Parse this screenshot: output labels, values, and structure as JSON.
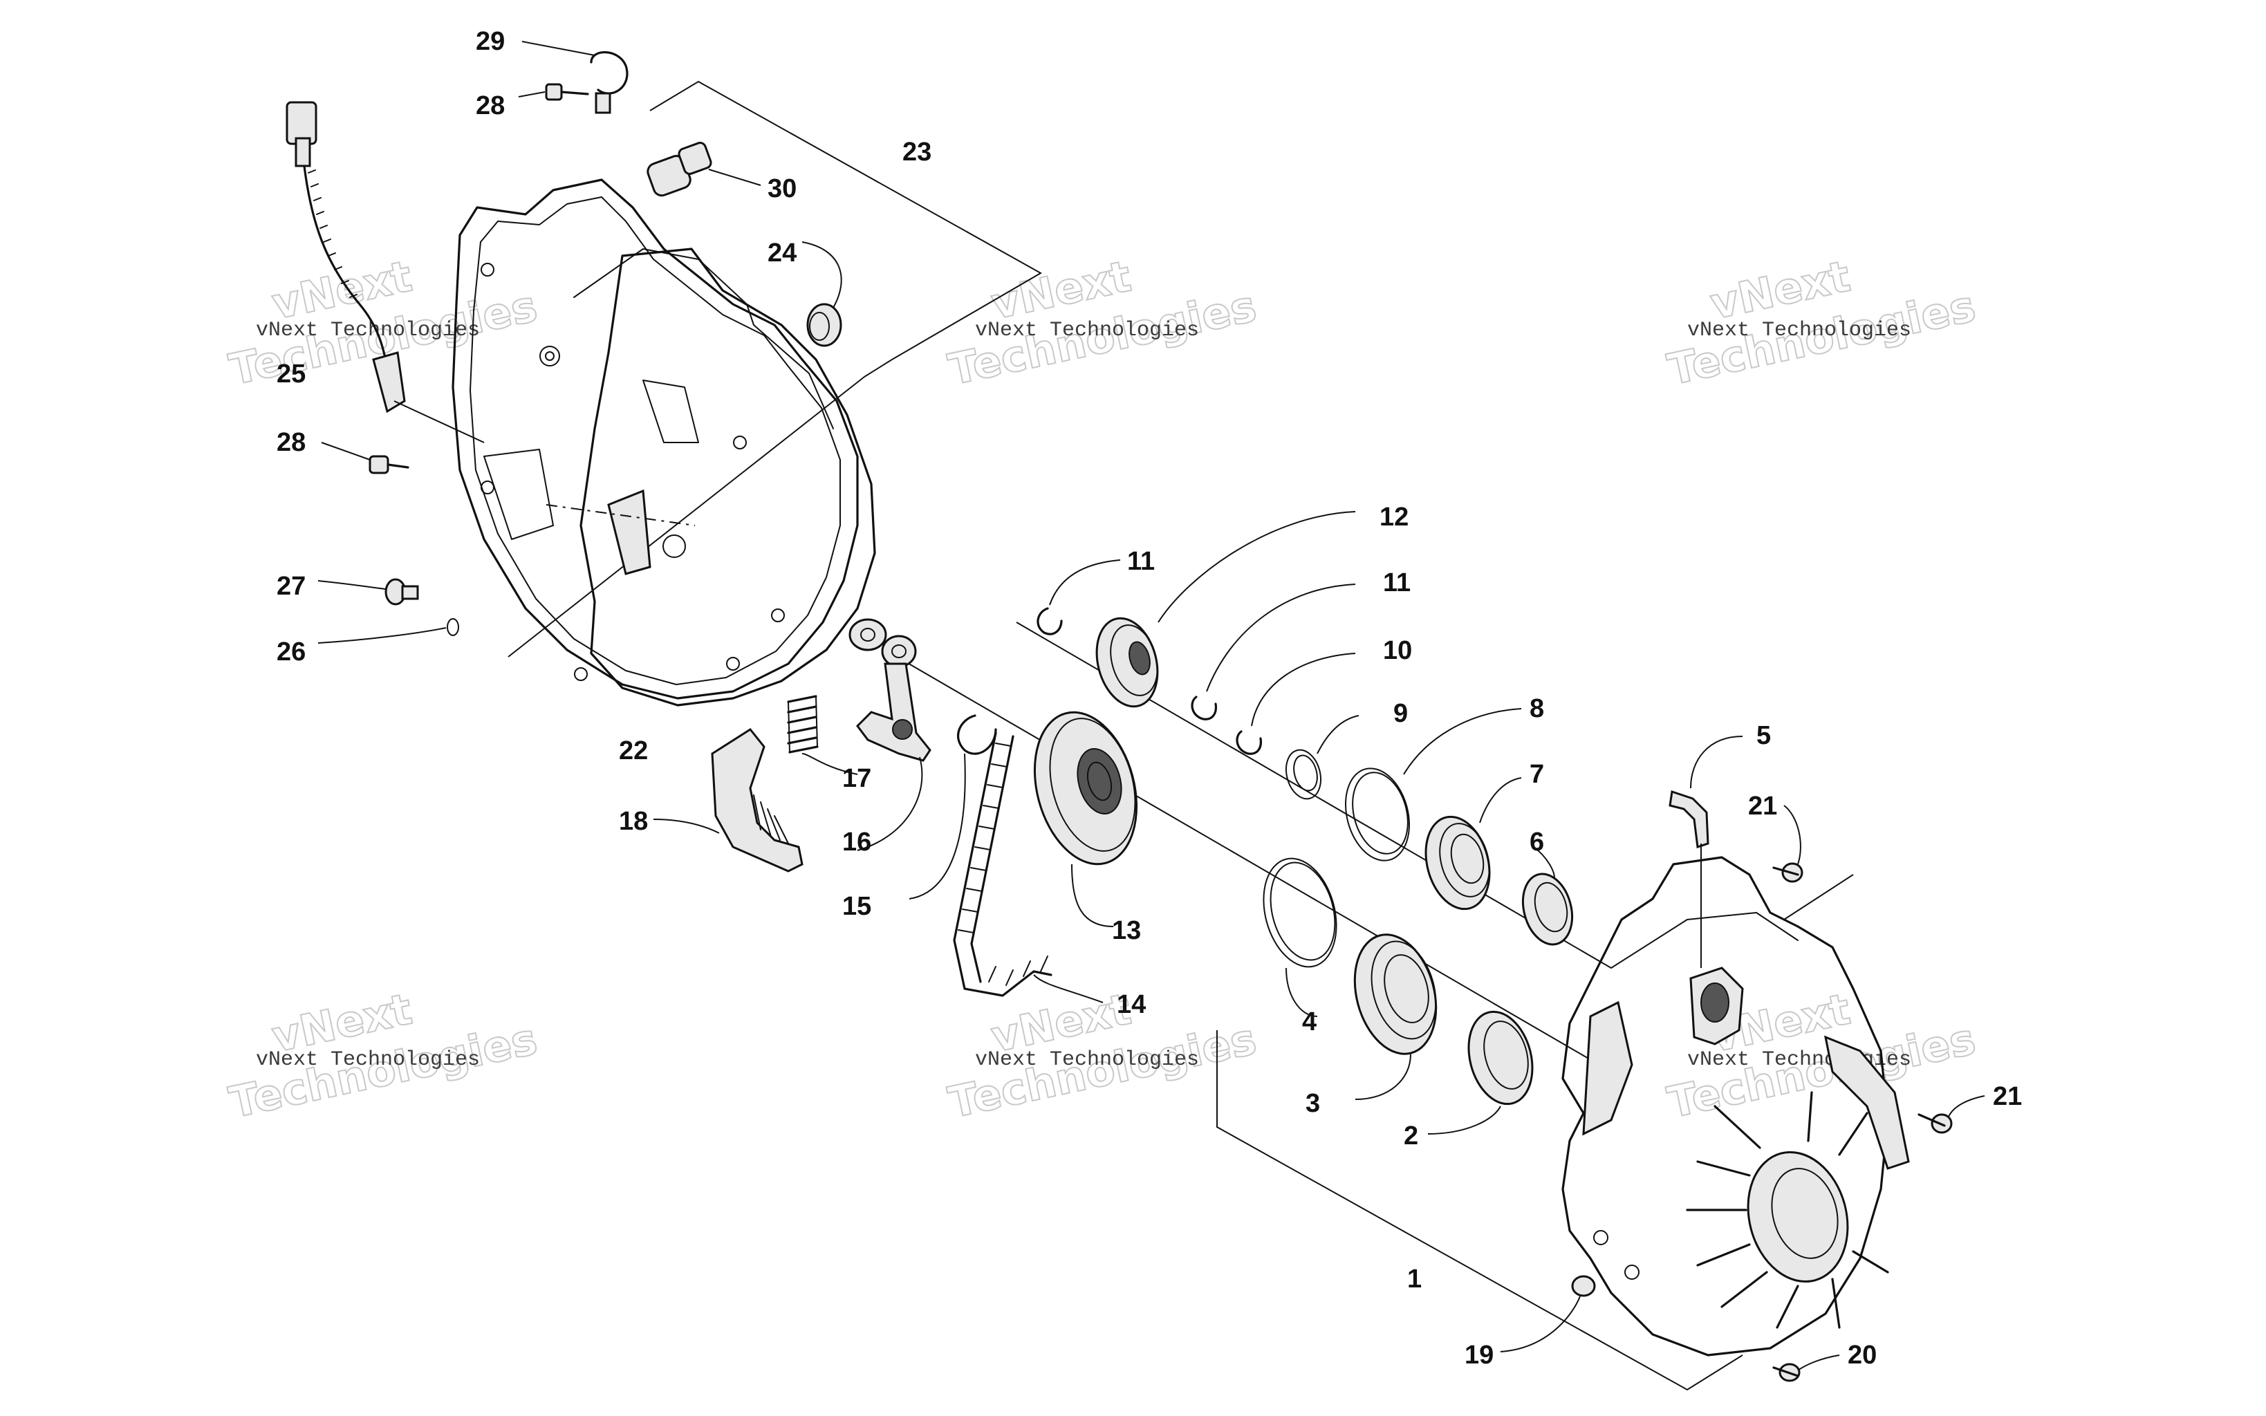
{
  "diagram": {
    "part_labels": [
      "1",
      "2",
      "3",
      "4",
      "5",
      "6",
      "7",
      "8",
      "9",
      "10",
      "11",
      "11",
      "12",
      "13",
      "14",
      "15",
      "16",
      "17",
      "18",
      "19",
      "20",
      "21",
      "21",
      "22",
      "23",
      "24",
      "25",
      "26",
      "27",
      "28",
      "28",
      "29",
      "30"
    ],
    "watermark": {
      "line1": "vNext Technologies",
      "line2": "vNext",
      "line3": "Technologies"
    }
  }
}
